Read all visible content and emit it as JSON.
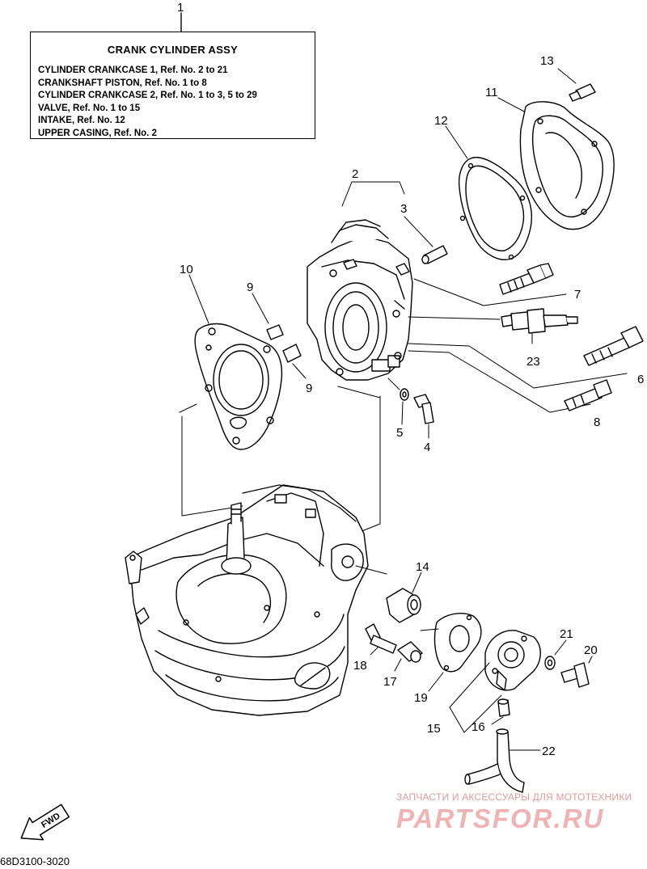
{
  "infobox": {
    "title": "CRANK  CYLINDER ASSY",
    "lines": [
      "CYLINDER CRANKCASE 1,  Ref. No. 2 to 21",
      "CRANKSHAFT PISTON,  Ref. No. 1 to 8",
      "CYLINDER CRANKCASE 2,  Ref. No. 1 to 3, 5 to 29",
      "VALVE,   Ref. No. 1 to 15",
      "INTAKE,  Ref. No. 12",
      "UPPER CASING,  Ref. No. 2"
    ]
  },
  "callouts": {
    "c1": "1",
    "c2": "2",
    "c3": "3",
    "c4": "4",
    "c5": "5",
    "c6": "6",
    "c7": "7",
    "c8": "8",
    "c9a": "9",
    "c9b": "9",
    "c10": "10",
    "c11": "11",
    "c12": "12",
    "c13": "13",
    "c14": "14",
    "c15": "15",
    "c16": "16",
    "c17": "17",
    "c18": "18",
    "c19": "19",
    "c20": "20",
    "c21": "21",
    "c22": "22",
    "c23": "23"
  },
  "fwd_label": "FWD",
  "part_number": "68D3100-3020",
  "watermark": {
    "subtitle": "ЗАПЧАСТИ И АКСЕССУАРЫ ДЛЯ МОТОТЕХНИКИ",
    "brand": "PARTSFOR.RU"
  },
  "colors": {
    "ink": "#000000",
    "watermark": "#e8a0a0"
  }
}
